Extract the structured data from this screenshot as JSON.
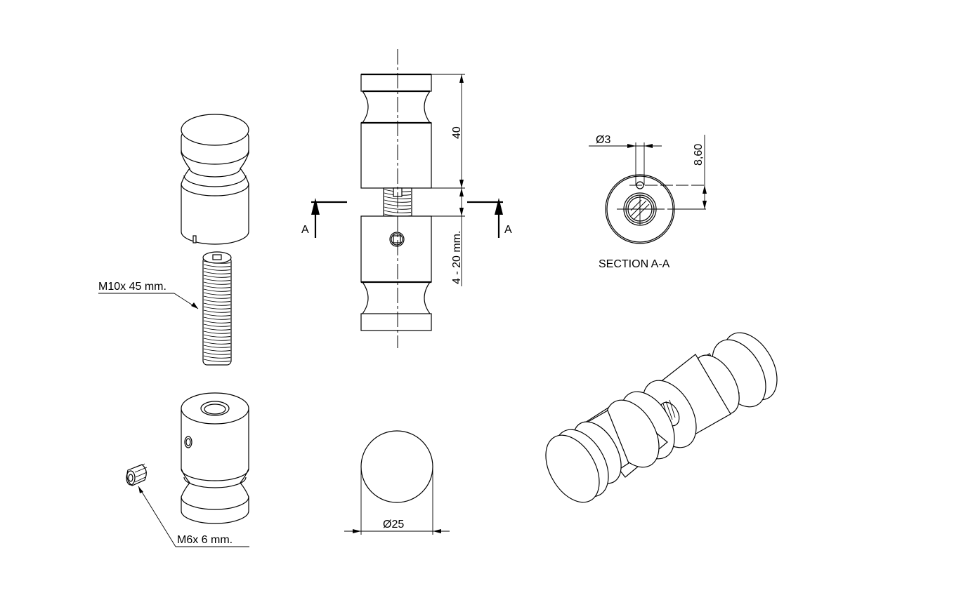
{
  "exploded_view": {
    "stud_label": "M10x 45 mm.",
    "set_screw_label": "M6x 6 mm."
  },
  "front_view": {
    "overall_height_dim": "40",
    "gap_dim": "4 - 20 mm.",
    "section_mark_left": "A",
    "section_mark_right": "A"
  },
  "section_view": {
    "hole_diameter_dim": "Ø3",
    "hole_offset_dim": "8,60",
    "title": "SECTION A-A"
  },
  "end_view": {
    "diameter_dim": "Ø25"
  }
}
